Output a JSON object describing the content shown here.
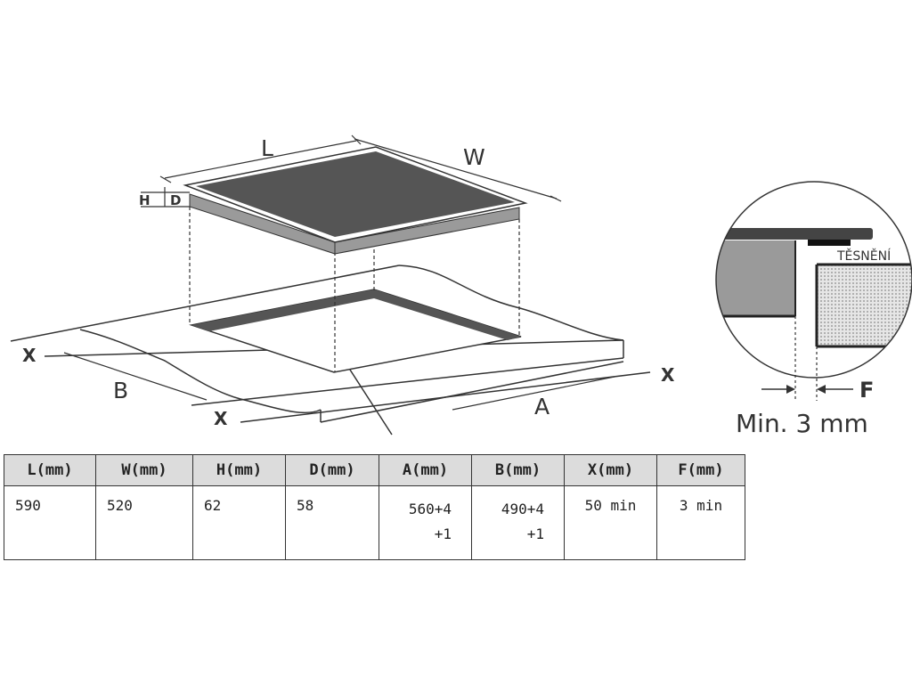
{
  "diagram": {
    "labels": {
      "L": "L",
      "W": "W",
      "H": "H",
      "D": "D",
      "A": "A",
      "B": "B",
      "X": "X"
    },
    "detail": {
      "seal_label": "TĚSNĚNÍ",
      "F": "F",
      "min_gap": "Min. 3 mm"
    }
  },
  "table": {
    "headers": [
      "L(mm)",
      "W(mm)",
      "H(mm)",
      "D(mm)",
      "A(mm)",
      "B(mm)",
      "X(mm)",
      "F(mm)"
    ],
    "row": {
      "L": "590",
      "W": "520",
      "H": "62",
      "D": "58",
      "A_main": "560+4",
      "A_tol": "+1",
      "B_main": "490+4",
      "B_tol": "+1",
      "X": "50 min",
      "F": "3 min"
    }
  },
  "colors": {
    "glass": "#555555",
    "frame": "#9a9a9a",
    "line": "#333333",
    "header_bg": "#dcdcdc"
  }
}
